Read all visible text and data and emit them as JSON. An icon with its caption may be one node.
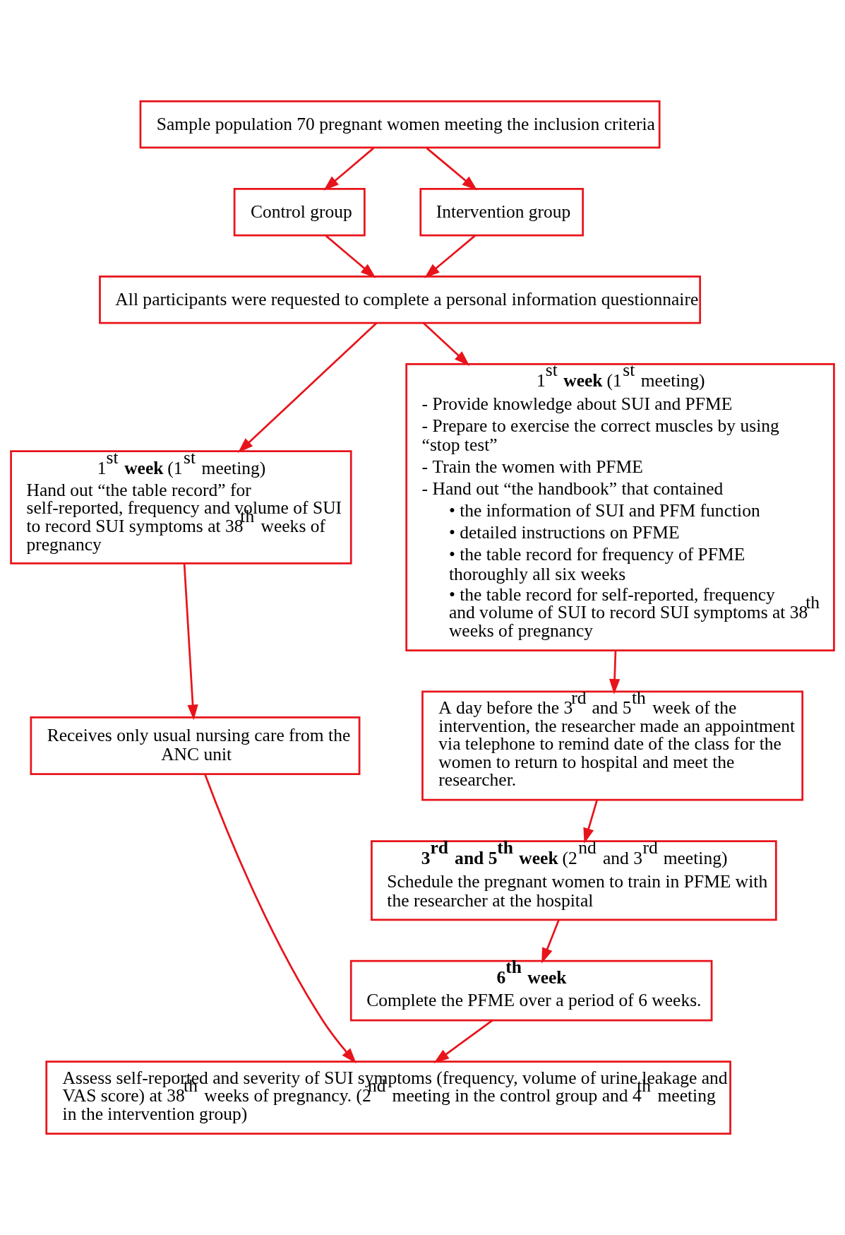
{
  "diagram": {
    "nodes": [
      {
        "text": [
          "Sample population 70 pregnant women meeting the inclusion criteria"
        ]
      },
      {
        "text": [
          "Control group"
        ]
      },
      {
        "text": [
          "Intervention group"
        ]
      },
      {
        "text": [
          "All participants were requested to complete a personal information questionnaire"
        ]
      },
      {
        "text": [
          "1$^{st}$ **week** (1$^{st}$ meeting)",
          "Hand out “the table record” for self-reported, frequency and volume of SUI to record SUI symptoms at 38$^{th}$ weeks of pregnancy"
        ]
      },
      {
        "text": [
          "1$^{st}$ **week** (1$^{st}$ meeting)",
          "- Provide knowledge about SUI and PFME",
          "- Prepare to exercise the correct muscles by using “stop test”",
          "- Train the women with PFME",
          "- Hand out “the handbook” that contained",
          "• the information of SUI and PFM function",
          "• detailed instructions on PFME",
          "• the table record for frequency of PFME thoroughly all six weeks",
          "• the table record for self-reported, frequency and volume of SUI to record SUI symptoms at 38$^{th}$ weeks of pregnancy"
        ]
      },
      {
        "text": [
          "Receives only usual nursing care from the ANC unit"
        ]
      },
      {
        "text": [
          "A day before the 3$^{rd}$ and 5$^{th}$ week of the intervention, the researcher made an appointment via telephone to remind date of the class for the women to return to hospital and meet the researcher."
        ]
      },
      {
        "text": [
          "**3$^{rd}$ and 5$^{th}$ week** (2$^{nd}$ and 3$^{rd}$ meeting)",
          "Schedule the pregnant women to train in PFME with the researcher at the hospital"
        ]
      },
      {
        "text": [
          "6$^{th}$ week",
          "Complete the PFME over a period of 6 weeks."
        ]
      },
      {
        "text": [
          "Assess self-reported and severity of SUI symptoms (frequency, volume of urine leakage and VAS score) at 38$^{th}$ weeks of pregnancy. (2$^{nd}$ meeting in the control group and 4$^{th}$ meeting in the intervention group)"
        ]
      }
    ],
    "edges": [
      {
        "from": 0,
        "to": 1,
        "arrow": "to"
      },
      {
        "from": 0,
        "to": 2,
        "arrow": "to"
      },
      {
        "from": 1,
        "to": 3,
        "arrow": "to"
      },
      {
        "from": 2,
        "to": 3,
        "arrow": "to"
      },
      {
        "from": 3,
        "to": 4,
        "arrow": "to"
      },
      {
        "from": 3,
        "to": 5,
        "arrow": "to"
      },
      {
        "from": 4,
        "to": 6,
        "arrow": "to"
      },
      {
        "from": 5,
        "to": 7,
        "arrow": "to"
      },
      {
        "from": 7,
        "to": 8,
        "arrow": "to"
      },
      {
        "from": 8,
        "to": 9,
        "arrow": "to"
      },
      {
        "from": 6,
        "to": 10,
        "arrow": "to"
      },
      {
        "from": 9,
        "to": 10,
        "arrow": "to"
      }
    ]
  }
}
